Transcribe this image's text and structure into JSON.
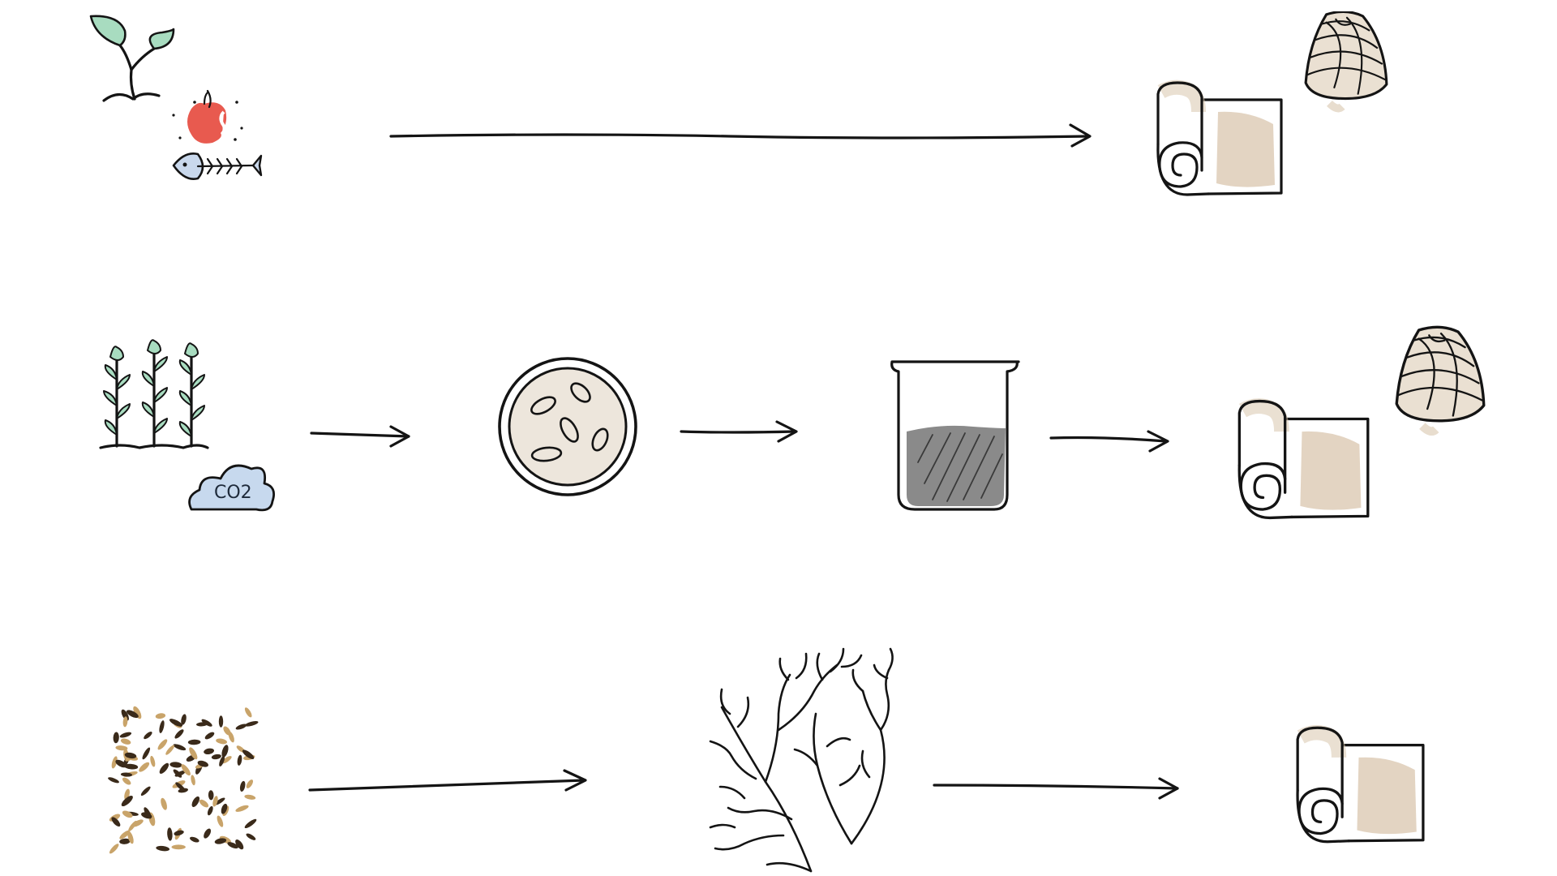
{
  "palette": {
    "ink": "#141414",
    "leaf": "#a8dcc0",
    "apple": "#e85a4f",
    "fish": "#c9d8ec",
    "cloud": "#c7d9ee",
    "fabric": "#d9c6ad",
    "dish": "#ede6dc",
    "liquid": "#8a8a8a",
    "seed_dark": "#3a2a1a",
    "seed_light": "#c9a46a"
  },
  "rows": [
    {
      "id": "food-waste",
      "stages": [
        {
          "icon": "sprout-icon"
        },
        {
          "icon": "apple-core-icon"
        },
        {
          "icon": "fish-bone-icon"
        },
        {
          "icon": "arrow-right-icon"
        },
        {
          "icon": "fabric-roll-icon"
        },
        {
          "icon": "yarn-cone-icon"
        }
      ]
    },
    {
      "id": "bacterial-cellulose",
      "stages": [
        {
          "icon": "plants-icon"
        },
        {
          "icon": "co2-cloud-icon",
          "label": "CO2"
        },
        {
          "icon": "arrow-right-icon"
        },
        {
          "icon": "petri-dish-icon"
        },
        {
          "icon": "arrow-right-icon"
        },
        {
          "icon": "beaker-icon"
        },
        {
          "icon": "arrow-right-icon"
        },
        {
          "icon": "fabric-roll-icon"
        },
        {
          "icon": "yarn-cone-icon"
        }
      ]
    },
    {
      "id": "mycelium",
      "stages": [
        {
          "icon": "grains-icon"
        },
        {
          "icon": "arrow-right-icon"
        },
        {
          "icon": "mycelium-icon"
        },
        {
          "icon": "arrow-right-icon"
        },
        {
          "icon": "fabric-roll-icon"
        }
      ]
    }
  ]
}
